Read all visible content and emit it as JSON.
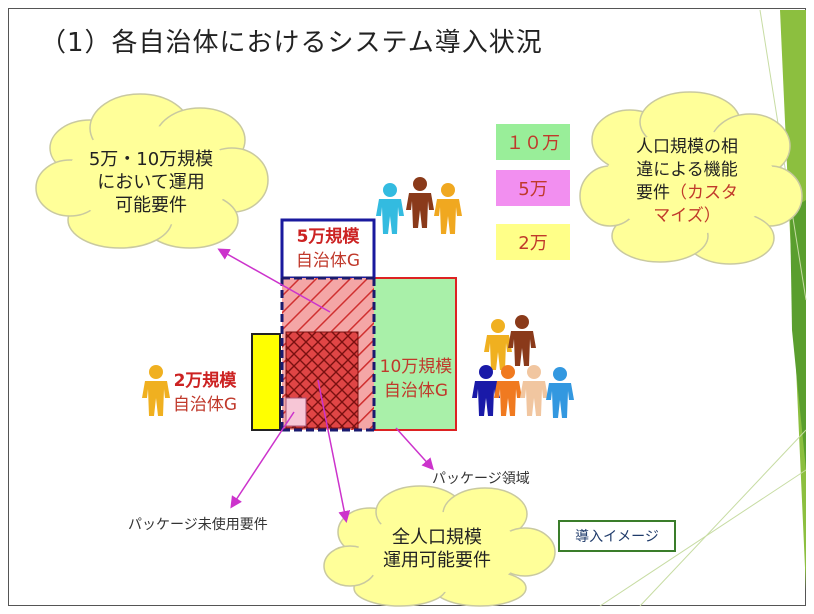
{
  "title": "（1）各自治体におけるシステム導入状況",
  "clouds": {
    "left": [
      "5万・10万規模",
      "において運用",
      "可能要件"
    ],
    "right_line1": "人口規模の相",
    "right_line2": "違による機能",
    "right_line3_a": "要件",
    "right_line3_b": "（カスタ",
    "right_line4": "マイズ）",
    "bottom": [
      "全人口規模",
      "運用可能要件"
    ]
  },
  "legend": [
    {
      "label": "１０万",
      "color": "#99ee99"
    },
    {
      "label": "5万",
      "color": "#f28ff0"
    },
    {
      "label": "2万",
      "color": "#ffff88"
    }
  ],
  "groups": {
    "g5_line1": "5万規模",
    "g5_line2": "自治体G",
    "g10_line1": "10万規模",
    "g10_line2": "自治体G",
    "g2_line1": "2万規模",
    "g2_line2": "自治体G"
  },
  "annotations": {
    "package_area": "パッケージ領域",
    "package_unused": "パッケージ未使用要件"
  },
  "button": "導入イメージ",
  "colors": {
    "green": "#99ee99",
    "pink": "#f28ff0",
    "yellow": "#ffff00",
    "red": "#cc2222",
    "navy": "#1a1a6e",
    "cloud": "#ffff99"
  }
}
